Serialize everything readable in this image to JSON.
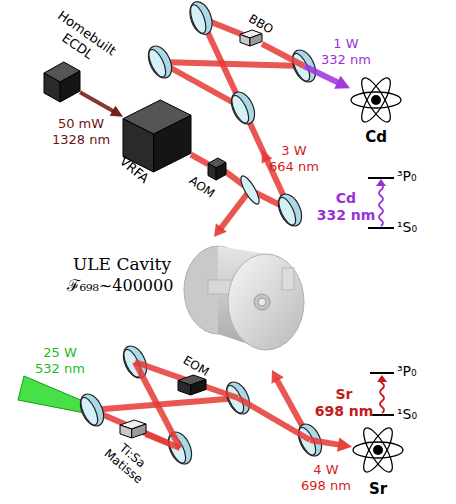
{
  "diagram": {
    "nodes": [
      {
        "text": [
          "Homebuilt ECDL"
        ]
      },
      {
        "text": [
          "VRFA"
        ]
      },
      {
        "text": [
          "AOM"
        ]
      },
      {
        "text": [
          "BBO"
        ]
      },
      {
        "text": [
          "Cd"
        ]
      },
      {
        "text": [
          "ULE Cavity",
          "ℱ₆₉₈~400000"
        ]
      },
      {
        "text": [
          "EOM"
        ]
      },
      {
        "text": [
          "Ti:Sa Matisse"
        ]
      },
      {
        "text": [
          "Sr"
        ]
      }
    ],
    "edges": [
      {
        "from": 0,
        "to": 1,
        "label": "50 mW 1328 nm",
        "arrow": "to"
      },
      {
        "from": 1,
        "to": 2,
        "arrow": "none"
      },
      {
        "from": 3,
        "to": 4,
        "label": "1 W 332 nm",
        "arrow": "to"
      },
      {
        "from": 7,
        "to": 8,
        "label": "4 W 698 nm",
        "arrow": "to"
      }
    ],
    "labels": [
      "3 W 664 nm",
      "25 W 532 nm",
      "Cd 332 nm",
      "³P₀",
      "¹S₀",
      "Sr 698 nm",
      "³P₀",
      "¹S₀"
    ]
  }
}
